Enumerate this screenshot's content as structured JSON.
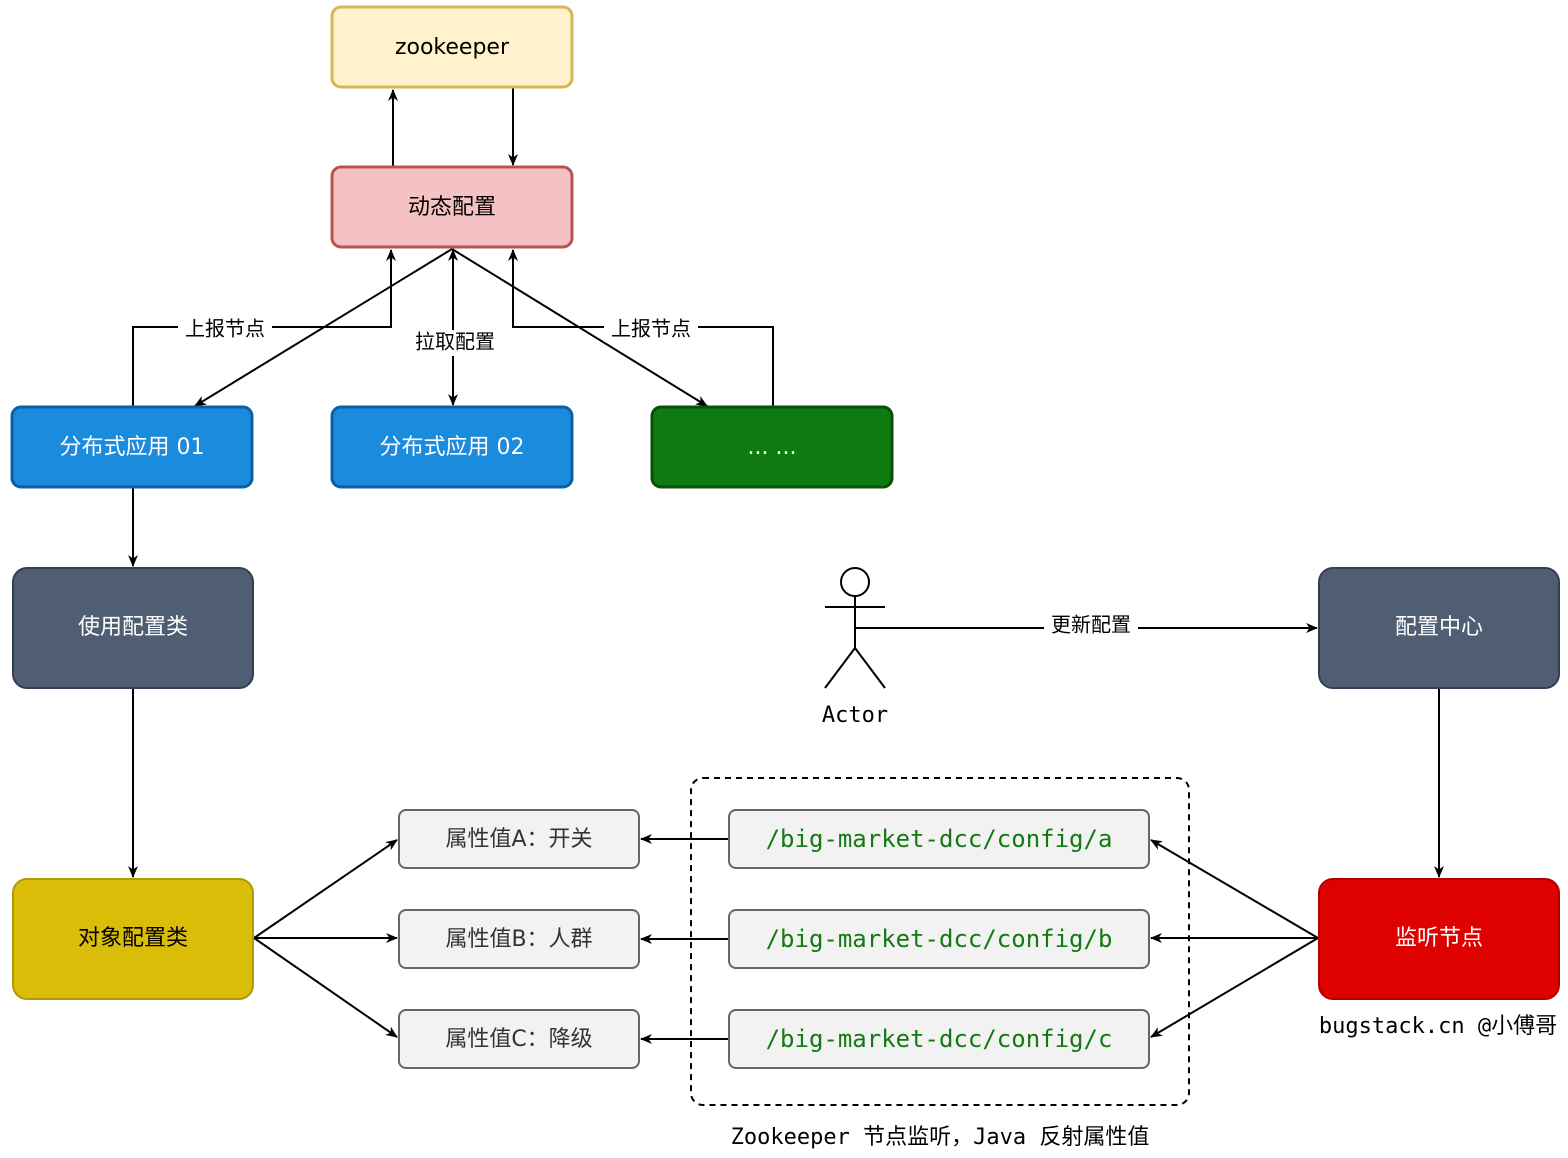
{
  "nodes": {
    "zookeeper": "zookeeper",
    "dynamic_config": "动态配置",
    "app01": "分布式应用 01",
    "app02": "分布式应用 02",
    "app_more": "... ...",
    "use_config_class": "使用配置类",
    "object_config_class": "对象配置类",
    "config_center": "配置中心",
    "listen_node": "监听节点",
    "attr_a": "属性值A：开关",
    "attr_b": "属性值B：人群",
    "attr_c": "属性值C：降级",
    "path_a": "/big-market-dcc/config/a",
    "path_b": "/big-market-dcc/config/b",
    "path_c": "/big-market-dcc/config/c",
    "actor": "Actor"
  },
  "edge_labels": {
    "report_left": "上报节点",
    "pull": "拉取配置",
    "report_right": "上报节点",
    "update": "更新配置"
  },
  "captions": {
    "group": "Zookeeper 节点监听，Java 反射属性值",
    "credit": "bugstack.cn @小傅哥"
  },
  "colors": {
    "zookeeper_fill": "#fff2cc",
    "zookeeper_stroke": "#d6b656",
    "dynamic_fill": "#f4c2c2",
    "dynamic_stroke": "#b85450",
    "app_fill": "#1b8bdd",
    "app_stroke": "#0b5fa5",
    "more_fill": "#0f7a0f",
    "more_stroke": "#0a4f0a",
    "slate_fill": "#4f5e72",
    "slate_stroke": "#333f50",
    "object_fill": "#d9bd08",
    "object_stroke": "#b09a06",
    "listen_fill": "#df0000",
    "listen_stroke": "#b20000",
    "box_fill": "#f2f2f2",
    "box_stroke": "#666666",
    "path_text": "#137a13"
  }
}
